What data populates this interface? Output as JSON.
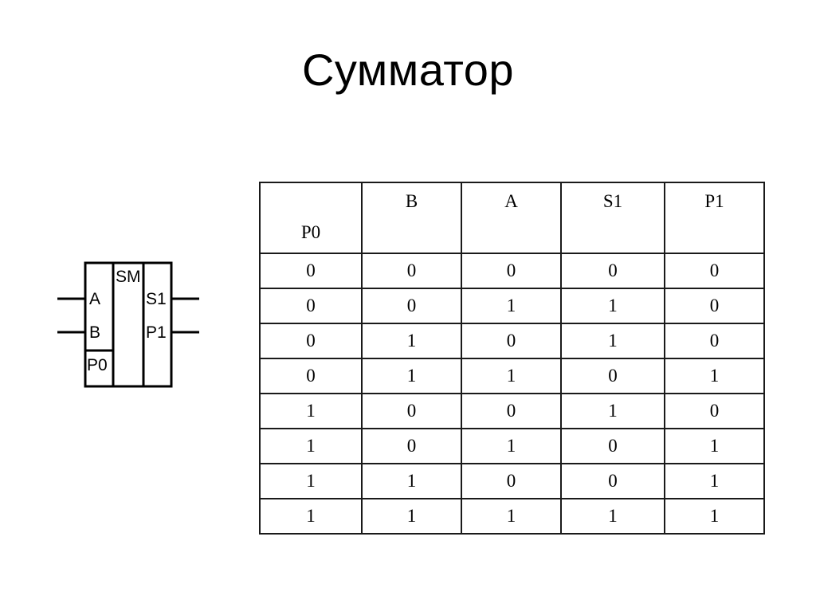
{
  "slide": {
    "title": "Сумматор"
  },
  "diagram": {
    "name": "adder-block-symbol",
    "body_label": "SM",
    "inputs": [
      {
        "id": "a",
        "label": "A"
      },
      {
        "id": "b",
        "label": "B"
      },
      {
        "id": "p0",
        "label": "P0"
      }
    ],
    "outputs": [
      {
        "id": "s1",
        "label": "S1"
      },
      {
        "id": "p1",
        "label": "P1"
      }
    ],
    "line_color": "#000000"
  },
  "truth_table": {
    "columns": [
      "P0",
      "B",
      "A",
      "S1",
      "P1"
    ],
    "header_low_index": 0,
    "rows": [
      [
        "0",
        "0",
        "0",
        "0",
        "0"
      ],
      [
        "0",
        "0",
        "1",
        "1",
        "0"
      ],
      [
        "0",
        "1",
        "0",
        "1",
        "0"
      ],
      [
        "0",
        "1",
        "1",
        "0",
        "1"
      ],
      [
        "1",
        "0",
        "0",
        "1",
        "0"
      ],
      [
        "1",
        "0",
        "1",
        "0",
        "1"
      ],
      [
        "1",
        "1",
        "0",
        "0",
        "1"
      ],
      [
        "1",
        "1",
        "1",
        "1",
        "1"
      ]
    ],
    "border_color": "#1a1a1a"
  }
}
